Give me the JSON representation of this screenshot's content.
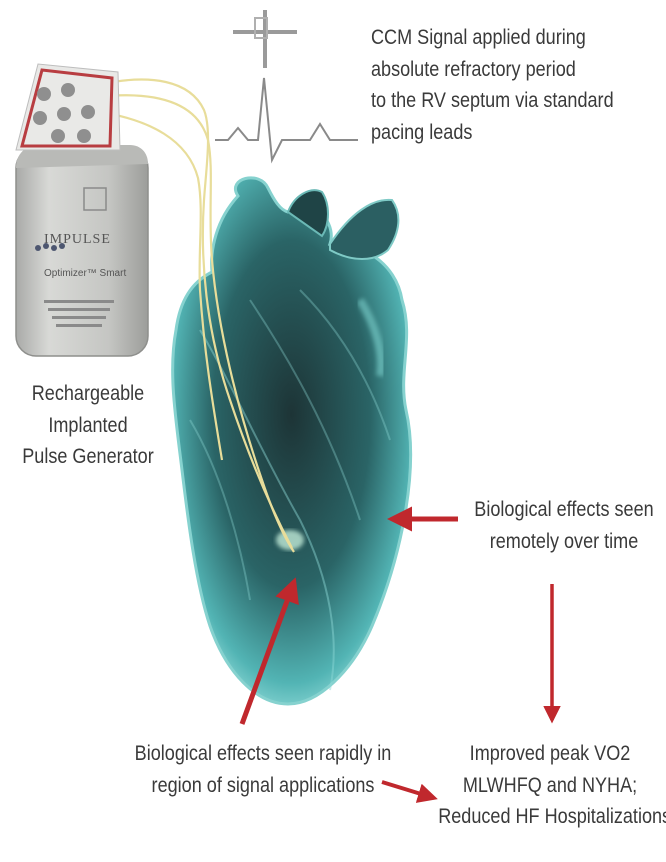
{
  "device": {
    "brand": "IMPULSE",
    "model": "Optimizer™ Smart",
    "caption": [
      "Rechargeable",
      "Implanted",
      "Pulse Generator"
    ]
  },
  "signal_note": [
    "CCM Signal applied during",
    "absolute refractory period",
    "to the RV septum via standard",
    "pacing leads"
  ],
  "remote_effects": [
    "Biological effects seen",
    "remotely over time"
  ],
  "rapid_effects": [
    "Biological effects seen rapidly in",
    "region of signal applications"
  ],
  "outcomes": [
    "Improved peak VO2",
    "MLWHFQ and NYHA;",
    "Reduced HF Hospitalizations"
  ],
  "colors": {
    "arrow": "#c0282d",
    "heart": "#2f7f82",
    "lead": "#e8dd9a",
    "text": "#3a3a3a"
  }
}
